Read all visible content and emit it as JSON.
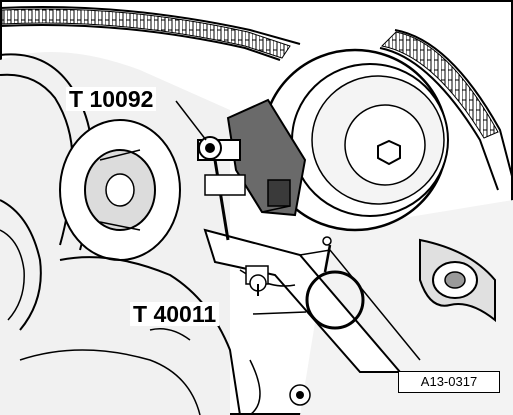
{
  "figure": {
    "callouts": {
      "tool_upper": "T 10092",
      "tool_lower": "T 40011"
    },
    "figure_id": "A13-0317"
  },
  "colors": {
    "line": "#000000",
    "fill_light": "#e8e8e8",
    "fill_mid": "#bdbdbd",
    "fill_dark": "#5a5a5a",
    "background": "#ffffff"
  }
}
